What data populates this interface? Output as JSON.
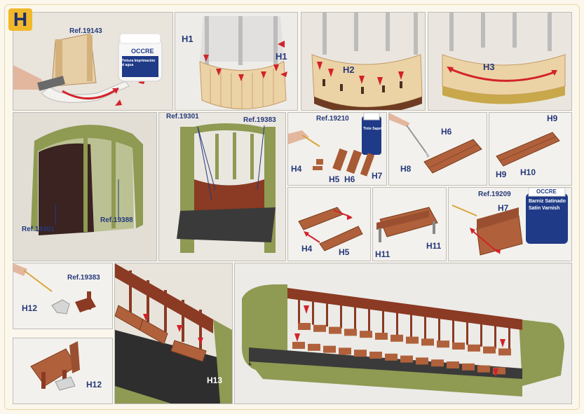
{
  "section_letter": "H",
  "palette": {
    "wood_light": "#e8c99a",
    "wood_dark": "#8b3a23",
    "olive": "#8f9a52",
    "arrow_red": "#d2232a",
    "label_blue": "#25397a",
    "brass": "#c8a84a"
  },
  "panels": {
    "p1": {
      "ref": "Ref.19143",
      "product_brand": "OCCRE",
      "product_text": "Pintura Imprimación al agua"
    },
    "p2": {
      "label_a": "H1",
      "label_b": "H1"
    },
    "p3": {
      "label": "H2"
    },
    "p4": {
      "label": "H3"
    },
    "p5": {
      "ref_a": "Ref.19301",
      "ref_b": "Ref.19388"
    },
    "p6": {
      "ref_a": "Ref.19301",
      "ref_b": "Ref.19383"
    },
    "p7": {
      "ref": "Ref.19210",
      "bottle_text": "Tinte Sapelli",
      "l_h4": "H4",
      "l_h5": "H5",
      "l_h6": "H6",
      "l_h7": "H7"
    },
    "p8": {
      "l_h6": "H6",
      "l_h8": "H8"
    },
    "p9": {
      "l_h9a": "H9",
      "l_h9b": "H9",
      "l_h10": "H10"
    },
    "p10": {
      "l_h4": "H4",
      "l_h5": "H5"
    },
    "p11": {
      "l_h11a": "H11",
      "l_h11b": "H11"
    },
    "p12": {
      "ref": "Ref.19209",
      "bottle_brand": "OCCRE",
      "bottle_title": "Barniz Satinado",
      "bottle_sub": "Satin Varnish",
      "l_h7": "H7"
    },
    "p13": {
      "ref": "Ref.19383",
      "l_h12": "H12"
    },
    "p14": {
      "l_h12": "H12"
    },
    "p15": {
      "l_h13": "H13"
    }
  }
}
